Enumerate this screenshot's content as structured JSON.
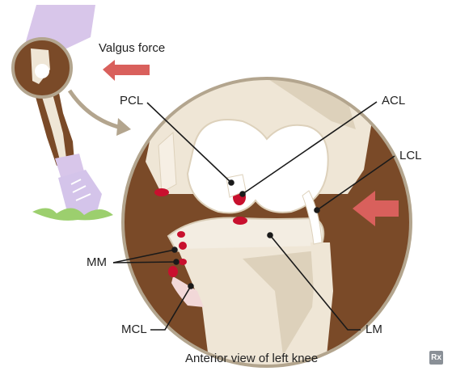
{
  "colors": {
    "skin": "#7a4a28",
    "skin_dark": "#5e3a20",
    "bone": "#efe6d6",
    "bone_shade": "#ddd1bb",
    "cartilage": "#ffffff",
    "ligament_red": "#c8102e",
    "arrow_red": "#d9605c",
    "circle_ring": "#b3a58e",
    "sleeve": "#d8c6ea",
    "shoe": "#d4c4ea",
    "grass": "#9ccf6e",
    "leader": "#1a1a1a"
  },
  "labels": {
    "valgus_force": "Valgus force",
    "pcl": "PCL",
    "acl": "ACL",
    "lcl": "LCL",
    "mm": "MM",
    "mcl": "MCL",
    "lm": "LM",
    "caption": "Anterior view of left knee"
  },
  "logo": {
    "text": "Rx"
  }
}
